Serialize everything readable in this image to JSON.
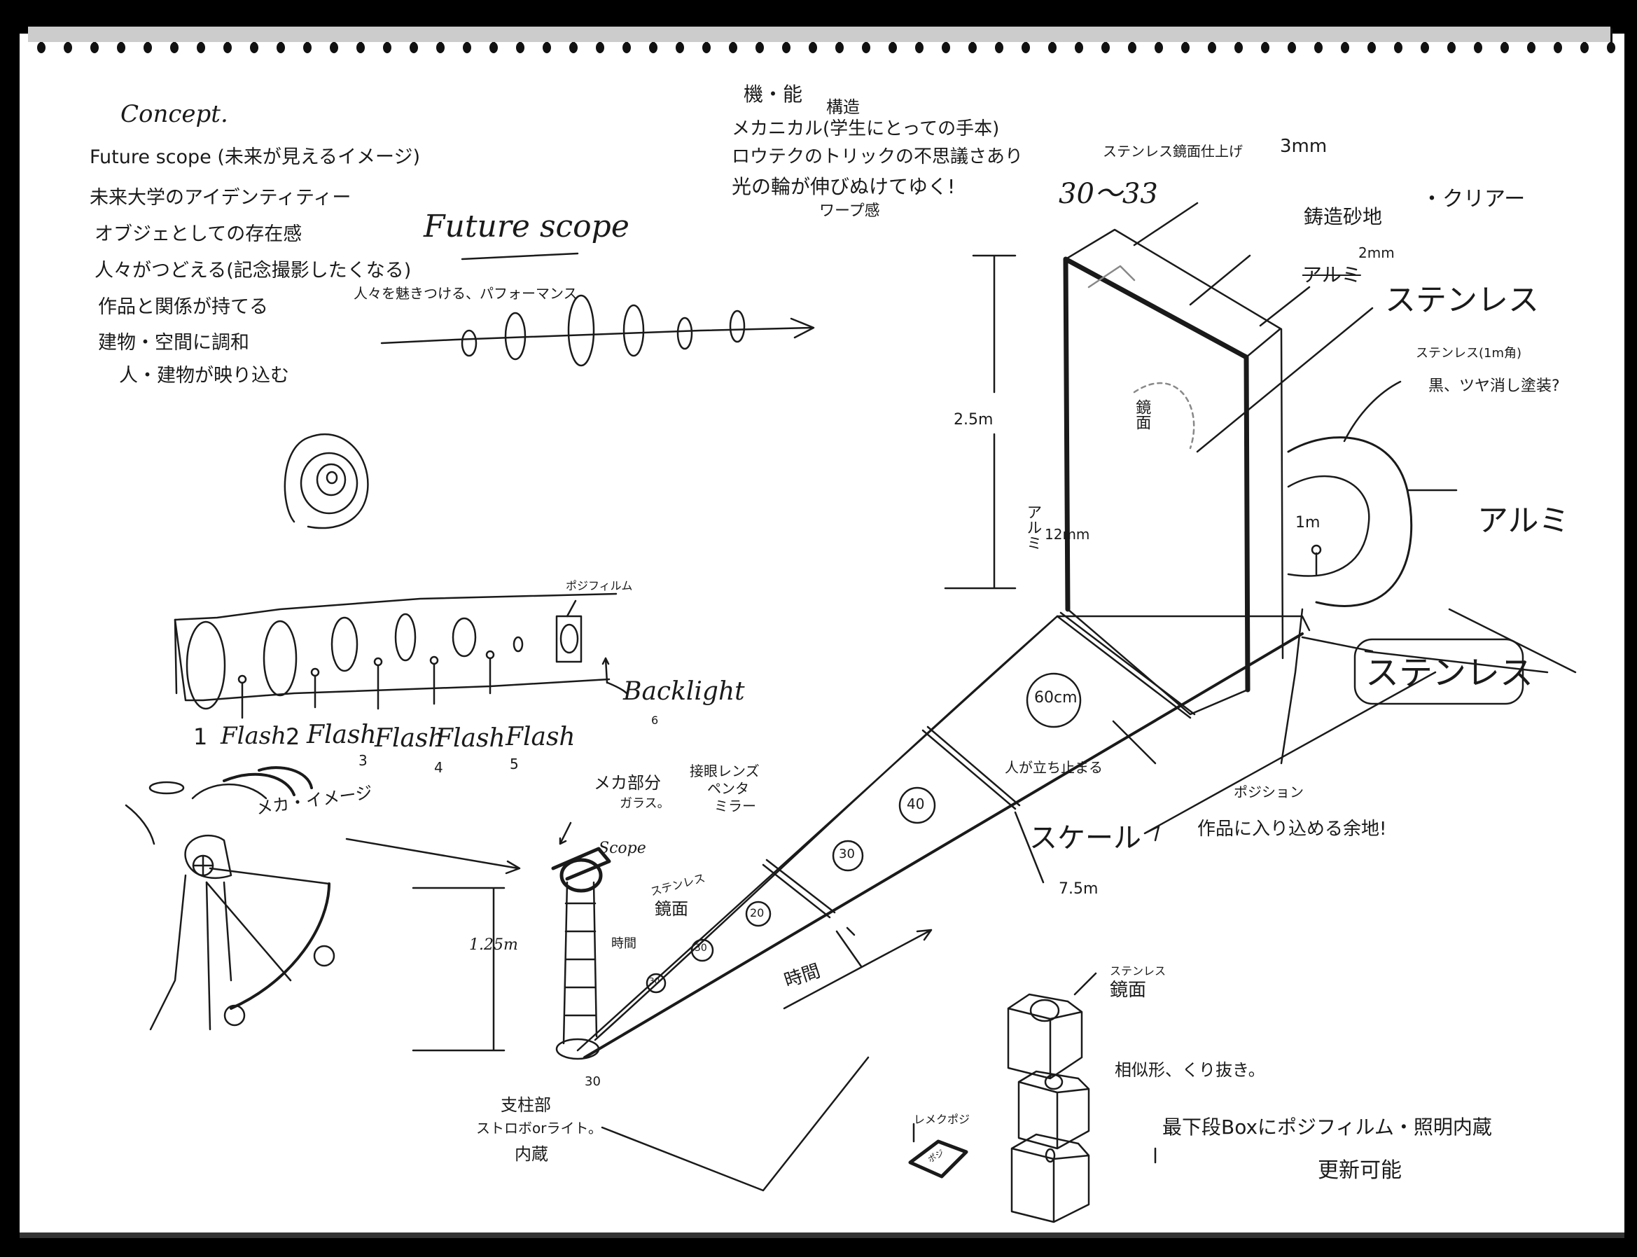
{
  "concept": {
    "heading": "Concept.",
    "items": [
      "Future scope (未来が見えるイメージ)",
      "未来大学のアイデンティティー",
      "オブジェとしての存在感",
      "人々がつどえる(記念撮影したくなる)",
      "作品と関係が持てる",
      "建物・空間に調和",
      "人・建物が映り込む"
    ]
  },
  "timeline": {
    "title": "Future scope",
    "note": "人々を魅きつける、パフォーマンス"
  },
  "functions": {
    "heading": "機・能",
    "insert": "構造",
    "items": [
      "メカニカル(学生にとっての手本)",
      "ロウテクのトリックの不思議さあり",
      "光の輪が伸びぬけてゆく!",
      "ワープ感"
    ]
  },
  "light_strip": {
    "film_label": "ポジフィルム",
    "backlight_label": "Backlight",
    "backlight_number": "6",
    "flashes": [
      {
        "label": "Flash",
        "number": "1"
      },
      {
        "label": "Flash",
        "number": "2"
      },
      {
        "label": "Flash",
        "number": "3"
      },
      {
        "label": "Flash",
        "number": "4"
      },
      {
        "label": "Flash",
        "number": "5"
      }
    ]
  },
  "mecha": {
    "label": "メカ・イメージ"
  },
  "scope": {
    "label": "Scope",
    "mecha_part": "メカ部分",
    "glass": "ガラス。",
    "lens_note": [
      "接眼レンズ",
      "ペンタ",
      "ミラー"
    ],
    "stainless_mirror": [
      "ステンレス",
      "鏡面"
    ],
    "time_vertical": "時間",
    "height": "1.25m",
    "base_size": "30",
    "pillar_note": [
      "支柱部",
      "ストロボorライト。",
      "内蔵"
    ]
  },
  "walkway": {
    "circles": [
      "20",
      "30",
      "20",
      "30",
      "40",
      "60cm"
    ],
    "time_label": "時間",
    "scale_label": "スケール",
    "length": "7.5m",
    "standing_note": "人が立ち止まる",
    "position": "ポジション",
    "room": "作品に入り込める余地!"
  },
  "monolith": {
    "finish": "ステンレス鏡面仕上げ",
    "finish_thickness": "3mm",
    "depth": "30〜33",
    "casting": "鋳造砂地",
    "clear": "・クリアー",
    "alu_strike": "アルミ",
    "thickness_2": "2mm",
    "stainless": "ステンレス",
    "mirror": "鏡面",
    "height": "2.5m",
    "alu_side": "アルミ",
    "alu_thickness": "12mm",
    "ring_note": [
      "ステンレス(1m角)",
      "黒、ツヤ消し塗装?"
    ],
    "inner_diameter": "1m",
    "alu_ring": "アルミ",
    "boxed_label": "ステンレス"
  },
  "boxes": {
    "top_label": [
      "ステンレス",
      "鏡面"
    ],
    "similar": "相似形、くり抜き。",
    "film": "レメクポジ",
    "film_inner": "ポジ",
    "bottom_note": "最下段Boxにポジフィルム・照明内蔵",
    "renew": "更新可能"
  },
  "colors": {
    "ink": "#1a1a1a",
    "paper": "#ffffff",
    "border": "#000000"
  }
}
